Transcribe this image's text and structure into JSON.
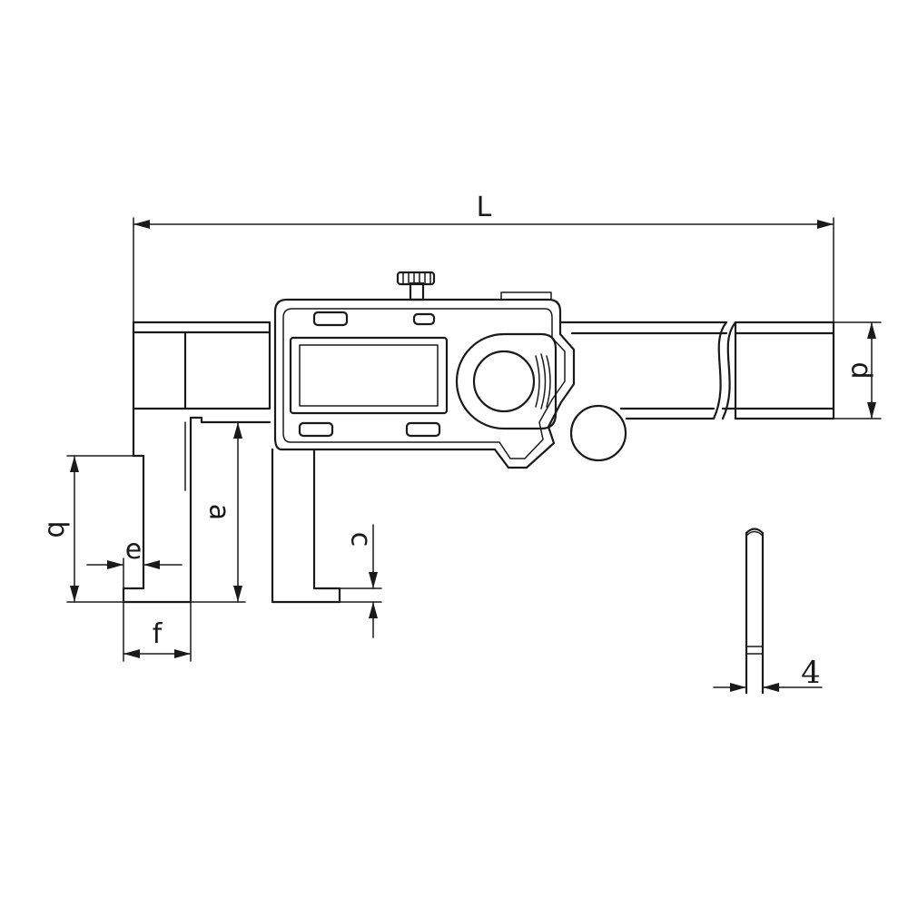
{
  "diagram": {
    "labels": {
      "L": "L",
      "d": "d",
      "a": "a",
      "b": "b",
      "c": "c",
      "e": "e",
      "f": "f",
      "four": "4"
    },
    "colors": {
      "line": "#1a1a1a",
      "background": "#ffffff"
    }
  }
}
